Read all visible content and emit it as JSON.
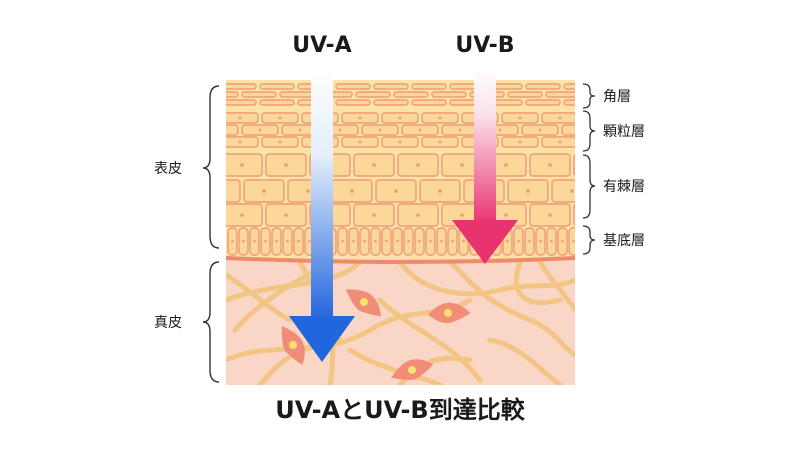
{
  "labels": {
    "uva": "UV-A",
    "uvb": "UV-B",
    "epidermis": "表皮",
    "dermis": "真皮",
    "stratum_corneum": "角層",
    "stratum_granulosum": "顆粒層",
    "stratum_spinosum": "有棘層",
    "stratum_basale": "基底層",
    "caption": "UV-AとUV-B到達比較"
  },
  "colors": {
    "uva_gradient": [
      "#ffffff",
      "#2266dd"
    ],
    "uvb_gradient": [
      "#ffffff",
      "#e8336f"
    ],
    "epidermis_bg": "#fbe3a6",
    "cell_fill": "#fbd89a",
    "cell_stroke": "#ef9a78",
    "dermis_bg": "#f9d6c6",
    "fiber": "#f3c585",
    "fibroblast": "#f08c78",
    "nucleus": "#f7e36a"
  },
  "icons": {
    "brace": "curly-brace-icon",
    "arrow": "down-arrow-icon"
  }
}
